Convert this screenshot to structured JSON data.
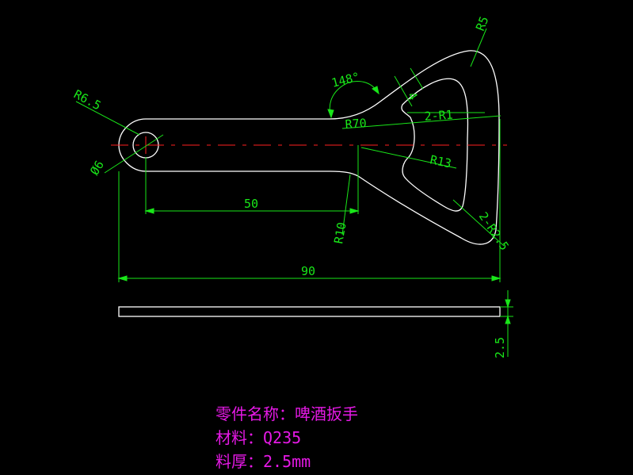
{
  "colors": {
    "background": "#000000",
    "outline": "#ffffff",
    "dimension": "#19e619",
    "centerline": "#ff2020",
    "info_text": "#e619e6"
  },
  "dimensions": {
    "r6_5": "R6.5",
    "d6": "Ø6",
    "angle": "148°",
    "r70": "R70",
    "r5": "R5",
    "w4": "4",
    "r1": "2-R1",
    "r13": "R13",
    "len50": "50",
    "r10": "R10",
    "r2_5": "2-R2.5",
    "len90": "90",
    "thk": "2.5"
  },
  "info": {
    "name_line": "零件名称：啤酒扳手",
    "material_line": "材料：Q235",
    "thickness_line": "料厚：2.5mm"
  }
}
